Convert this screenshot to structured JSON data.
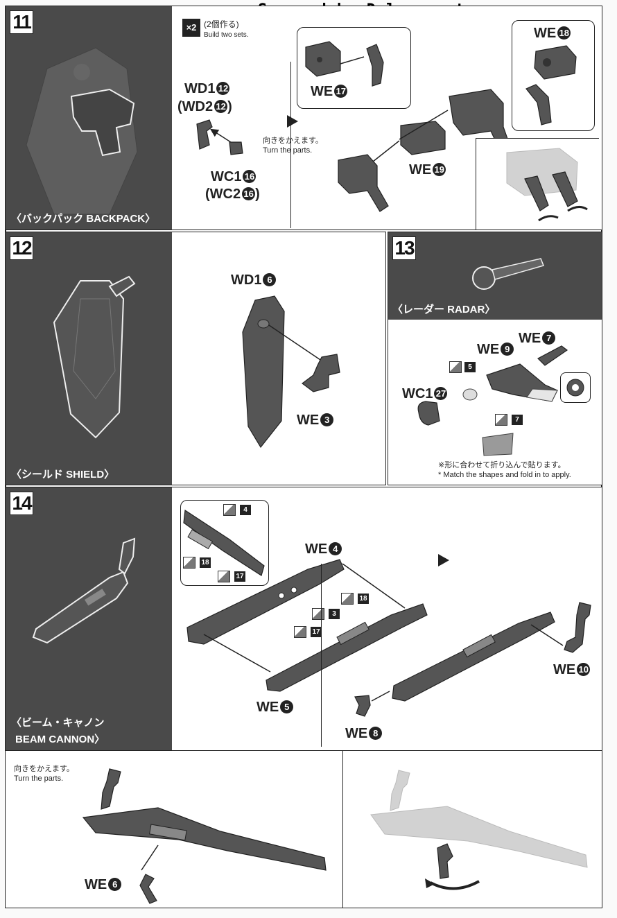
{
  "watermark": "Scanned by Dalong.net",
  "step11": {
    "number": "11",
    "caption": "〈バックパック BACKPACK〉",
    "multiplier": "×2",
    "build_jp": "(2個作る)",
    "build_en": "Build two sets.",
    "turn_jp": "向きをかえます。",
    "turn_en": "Turn the parts.",
    "parts": [
      {
        "prefix": "WD1",
        "num": "12"
      },
      {
        "prefix": "(WD2",
        "num": "12",
        "suffix": ")"
      },
      {
        "prefix": "WC1",
        "num": "16"
      },
      {
        "prefix": "(WC2",
        "num": "16",
        "suffix": ")"
      },
      {
        "prefix": "WE",
        "num": "17"
      },
      {
        "prefix": "WE",
        "num": "18"
      },
      {
        "prefix": "WE",
        "num": "19"
      }
    ]
  },
  "step12": {
    "number": "12",
    "caption": "〈シールド SHIELD〉",
    "parts": [
      {
        "prefix": "WD1",
        "num": "6"
      },
      {
        "prefix": "WE",
        "num": "3"
      }
    ]
  },
  "step13": {
    "number": "13",
    "caption": "〈レーダー RADAR〉",
    "parts": [
      {
        "prefix": "WE",
        "num": "7"
      },
      {
        "prefix": "WE",
        "num": "9"
      },
      {
        "prefix": "WC1",
        "num": "27"
      }
    ],
    "stickers": [
      "5",
      "7"
    ],
    "note_jp": "※形に合わせて折り込んで貼ります。",
    "note_en": "* Match the shapes and fold in to apply."
  },
  "step14": {
    "number": "14",
    "caption_jp": "〈ビーム・キャノン",
    "caption_en": "BEAM CANNON〉",
    "parts": [
      {
        "prefix": "WE",
        "num": "4"
      },
      {
        "prefix": "WE",
        "num": "5"
      },
      {
        "prefix": "WE",
        "num": "10"
      },
      {
        "prefix": "WE",
        "num": "8"
      },
      {
        "prefix": "WE",
        "num": "6"
      }
    ],
    "stickers": [
      "4",
      "18",
      "17",
      "18",
      "3",
      "17"
    ],
    "turn_jp": "向きをかえます。",
    "turn_en": "Turn the parts."
  },
  "colors": {
    "panel_dark": "#4a4a4a",
    "part": "#555555",
    "ink": "#222222"
  }
}
